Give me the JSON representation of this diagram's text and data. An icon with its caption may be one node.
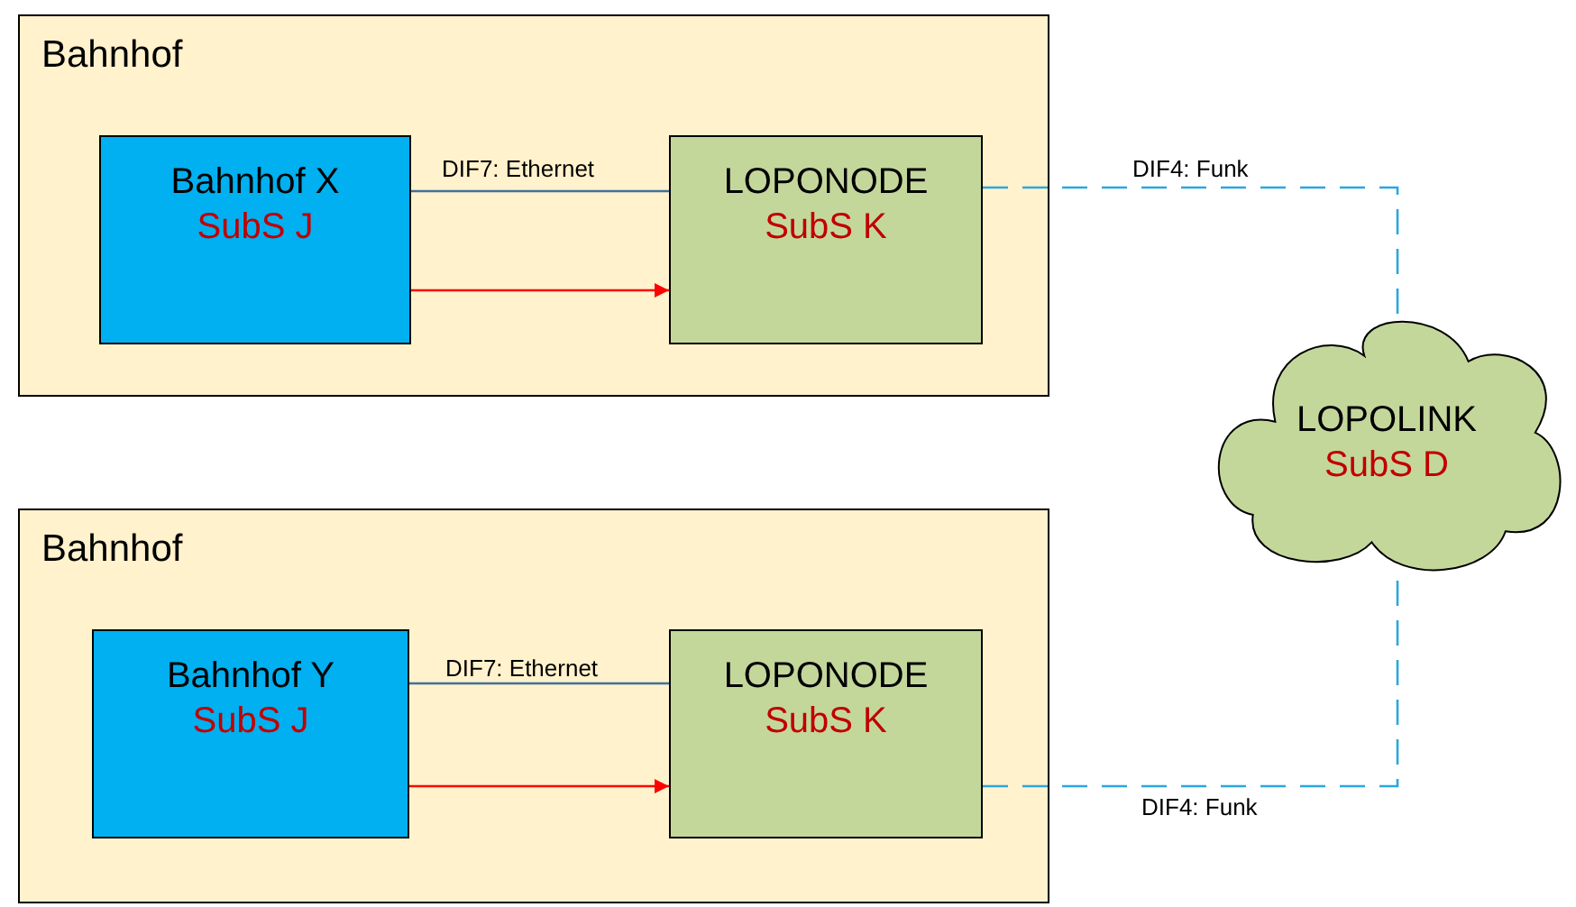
{
  "diagram": {
    "nodes": [
      {
        "text": [
          "Bahnhof"
        ]
      },
      {
        "text": [
          "Bahnhof X",
          "SubS J"
        ],
        "in": 0
      },
      {
        "text": [
          "LOPONODE",
          "SubS K"
        ],
        "in": 0
      },
      {
        "text": [
          "Bahnhof"
        ]
      },
      {
        "text": [
          "Bahnhof Y",
          "SubS J"
        ],
        "in": 3
      },
      {
        "text": [
          "LOPONODE",
          "SubS K"
        ],
        "in": 3
      },
      {
        "text": [
          "LOPOLINK",
          "SubS D"
        ]
      }
    ],
    "edges": [
      {
        "from": 1,
        "to": 2,
        "arrow": "none",
        "label": "DIF7: Ethernet"
      },
      {
        "from": 1,
        "to": 2,
        "arrow": "to",
        "color": "#ff0000"
      },
      {
        "from": 2,
        "to": 6,
        "arrow": "none",
        "label": "DIF4: Funk",
        "style": "dashed",
        "color": "#2aa7df"
      },
      {
        "from": 4,
        "to": 5,
        "arrow": "none",
        "label": "DIF7: Ethernet"
      },
      {
        "from": 4,
        "to": 5,
        "arrow": "to",
        "color": "#ff0000"
      },
      {
        "from": 5,
        "to": 6,
        "arrow": "none",
        "label": "DIF4: Funk",
        "style": "dashed",
        "color": "#2aa7df"
      }
    ]
  }
}
